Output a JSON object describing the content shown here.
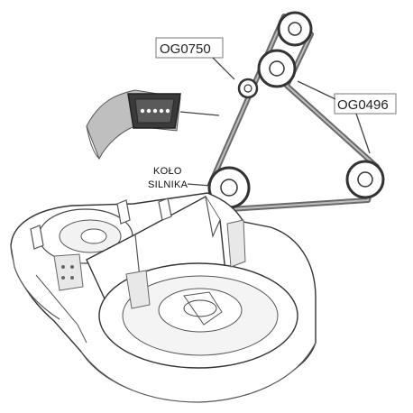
{
  "labels": {
    "pulley_small": "OG0750",
    "pulley_tensioner": "OG0496",
    "engine_pulley_line1": "KOŁO",
    "engine_pulley_line2": "SILNIKA"
  },
  "colors": {
    "belt": "#666666",
    "belt_section": "#3a3a3a",
    "outline": "#444444"
  }
}
